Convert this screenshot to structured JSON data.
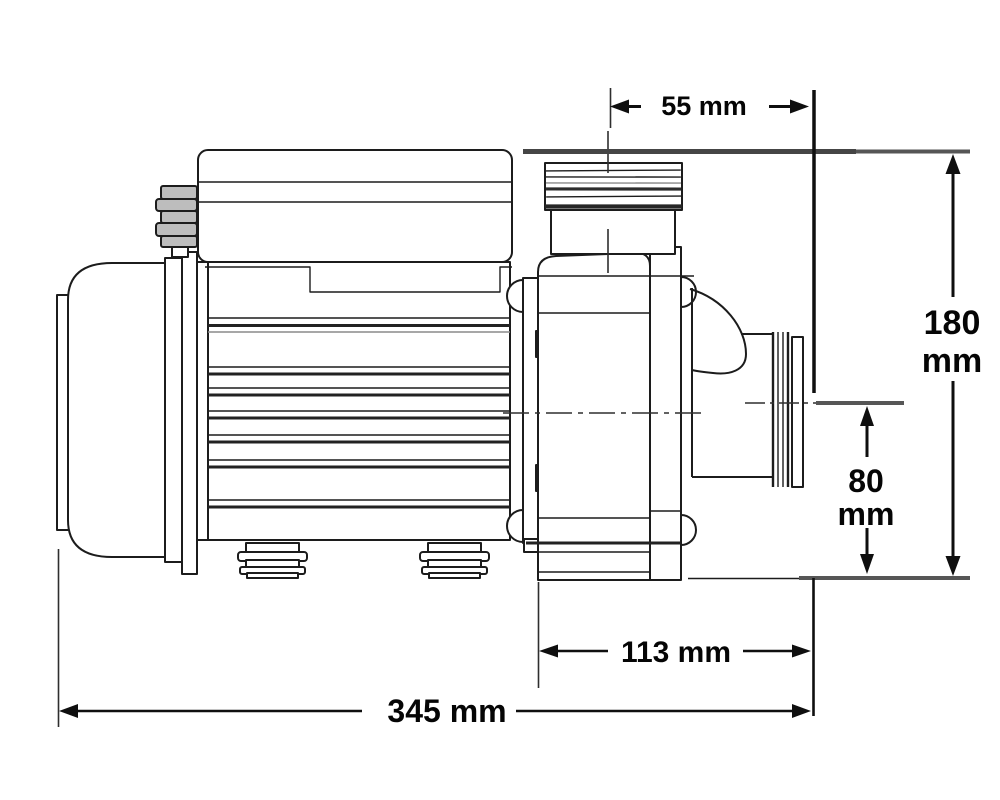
{
  "figure": {
    "type": "technical-dimension-drawing",
    "subject": "circulation pump side elevation line drawing"
  },
  "dimensions": {
    "top_port_offset": "55 mm",
    "overall_height": [
      "180",
      "mm"
    ],
    "discharge_centerline_height": [
      "80",
      "mm"
    ],
    "wet_end_length": "113 mm",
    "overall_length": "345 mm"
  },
  "colors": {
    "drawing_line": "#1c1c1c",
    "reference_line": "#565656",
    "dimension_text": "#050505",
    "background": "#ffffff"
  }
}
